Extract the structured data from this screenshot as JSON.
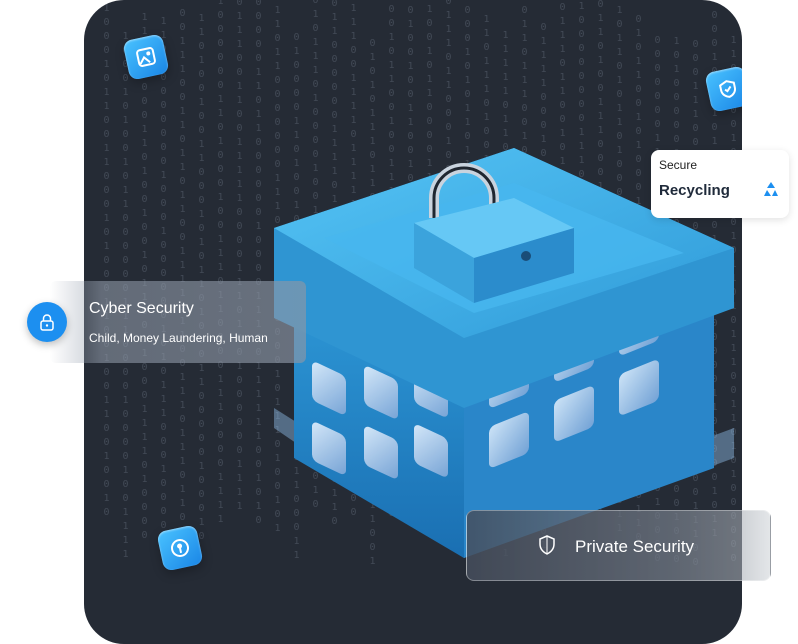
{
  "cards": {
    "secure": {
      "label_small": "Secure",
      "label_large": "Recycling",
      "icon": "recycle-icon"
    },
    "cyber": {
      "title": "Cyber Security",
      "subtitle": "Child, Money Laundering, Human",
      "icon": "padlock-icon"
    },
    "private": {
      "label": "Private Security",
      "icon": "shield-icon"
    }
  },
  "badges": {
    "top_left": "image-icon",
    "top_right": "shield-check-icon",
    "bottom_left": "keyhole-icon"
  },
  "colors": {
    "panel": "#252b35",
    "accent": "#1c8ff0",
    "cube": "#3aa6df"
  }
}
